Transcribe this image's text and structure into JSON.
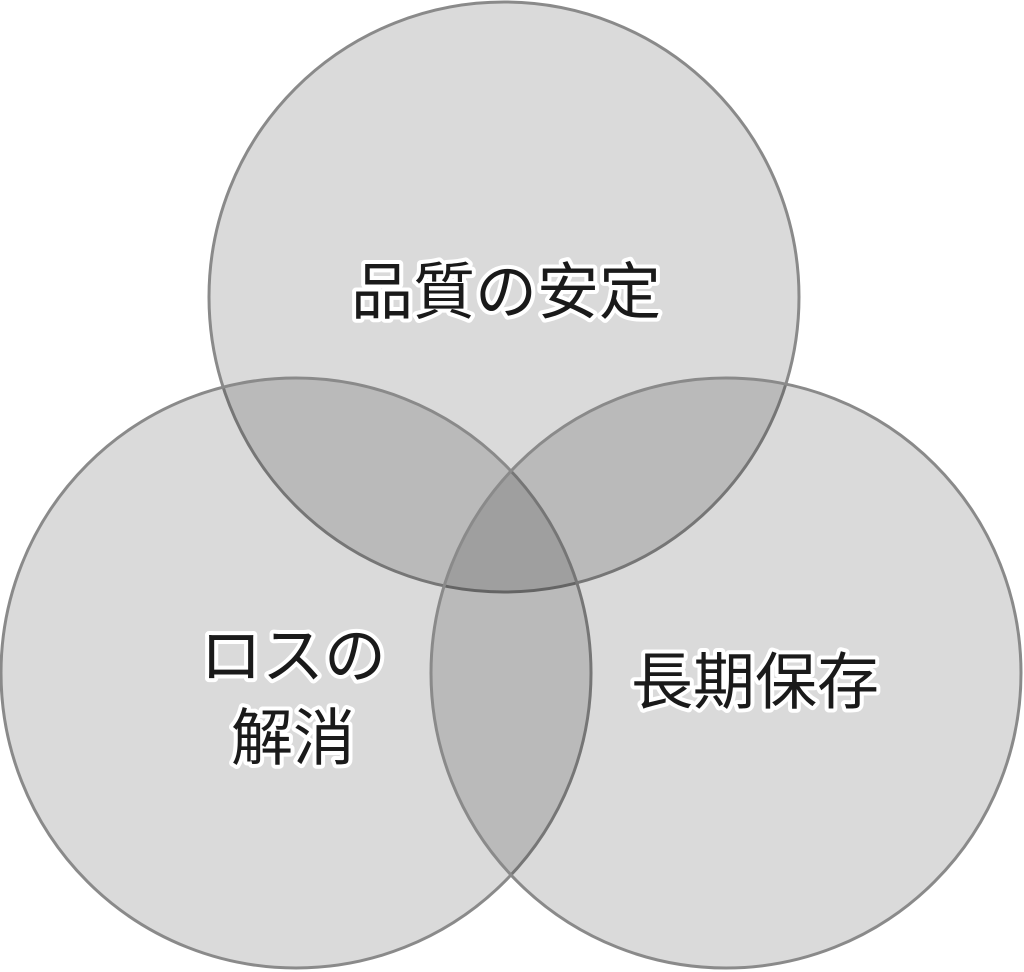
{
  "diagram": {
    "type": "venn",
    "sets": [
      {
        "id": "top",
        "label": "品質の安定"
      },
      {
        "id": "left",
        "label_lines": [
          "ロスの",
          "解消"
        ]
      },
      {
        "id": "right",
        "label": "長期保存"
      }
    ],
    "colors": {
      "fill": "#dadada",
      "stroke": "#8a8a8a",
      "text": "#1a1a1a",
      "text_outline": "#ffffff"
    }
  }
}
